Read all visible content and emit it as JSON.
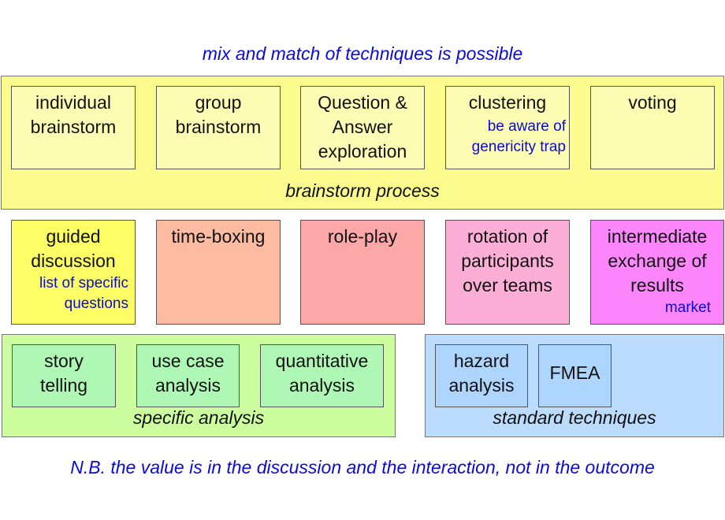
{
  "top_note": "mix and match of techniques is possible",
  "bottom_note": "N.B. the value is in the discussion and the interaction, not in the outcome",
  "brainstorm": {
    "caption": "brainstorm process",
    "boxes": [
      {
        "label": "individual\nbrainstorm"
      },
      {
        "label": "group\nbrainstorm"
      },
      {
        "label": "Question &\nAnswer\nexploration"
      },
      {
        "label": "clustering",
        "note": "be aware of\ngenericity trap"
      },
      {
        "label": "voting"
      }
    ]
  },
  "middle_row": [
    {
      "label": "guided\ndiscussion",
      "note": "list of specific\nquestions"
    },
    {
      "label": "time-boxing"
    },
    {
      "label": "role-play"
    },
    {
      "label": "rotation of\nparticipants\nover teams"
    },
    {
      "label": "intermediate\nexchange of\nresults",
      "note": "market"
    }
  ],
  "specific": {
    "caption": "specific analysis",
    "boxes": [
      {
        "label": "story\ntelling"
      },
      {
        "label": "use case\nanalysis"
      },
      {
        "label": "quantitative\nanalysis"
      }
    ]
  },
  "standard": {
    "caption": "standard techniques",
    "boxes": [
      {
        "label": "hazard\nanalysis"
      },
      {
        "label": "FMEA"
      }
    ]
  },
  "colors": {
    "brainstorm_group": "#fbfb8e",
    "brainstorm_box": "#fdfdb4",
    "guided": "#fdfd66",
    "timeboxing": "#fdbba1",
    "roleplay": "#fda8a8",
    "rotation": "#fdaed7",
    "intermediate": "#fd86fd",
    "specific_group": "#ccfd9f",
    "specific_box": "#aff7b4",
    "standard_group": "#bbdcfd",
    "standard_box": "#aed5fd",
    "note_text": "#0a0adc"
  }
}
